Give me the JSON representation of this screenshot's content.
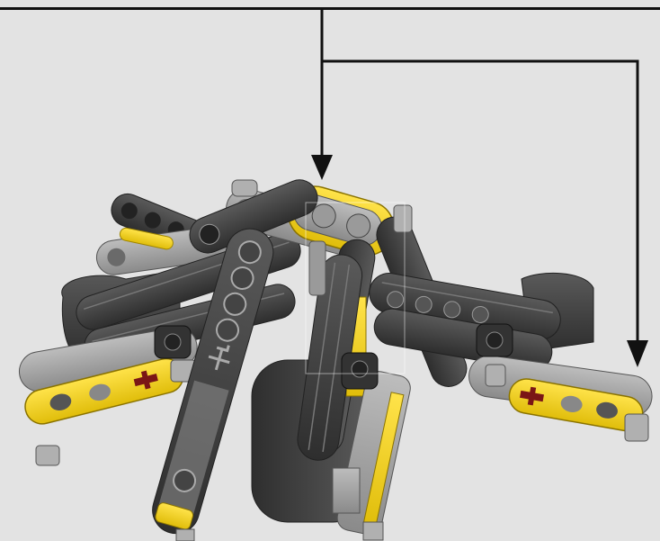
{
  "scene": {
    "background": "#e3e3e3",
    "callout_line_color": "#111111",
    "colors": {
      "dark_gray": "#3b3b3b",
      "mid_gray": "#8c8c8c",
      "light_gray": "#b9b9b9",
      "yellow": "#f4d41b",
      "red_axle": "#7a1616"
    },
    "icons": [
      "arrow-down-icon",
      "arrow-down-icon"
    ],
    "description_items": [
      "technic-beam-assembly",
      "yellow-liftarm-top",
      "yellow-liftarm-right",
      "yellow-liftarm-left"
    ]
  }
}
